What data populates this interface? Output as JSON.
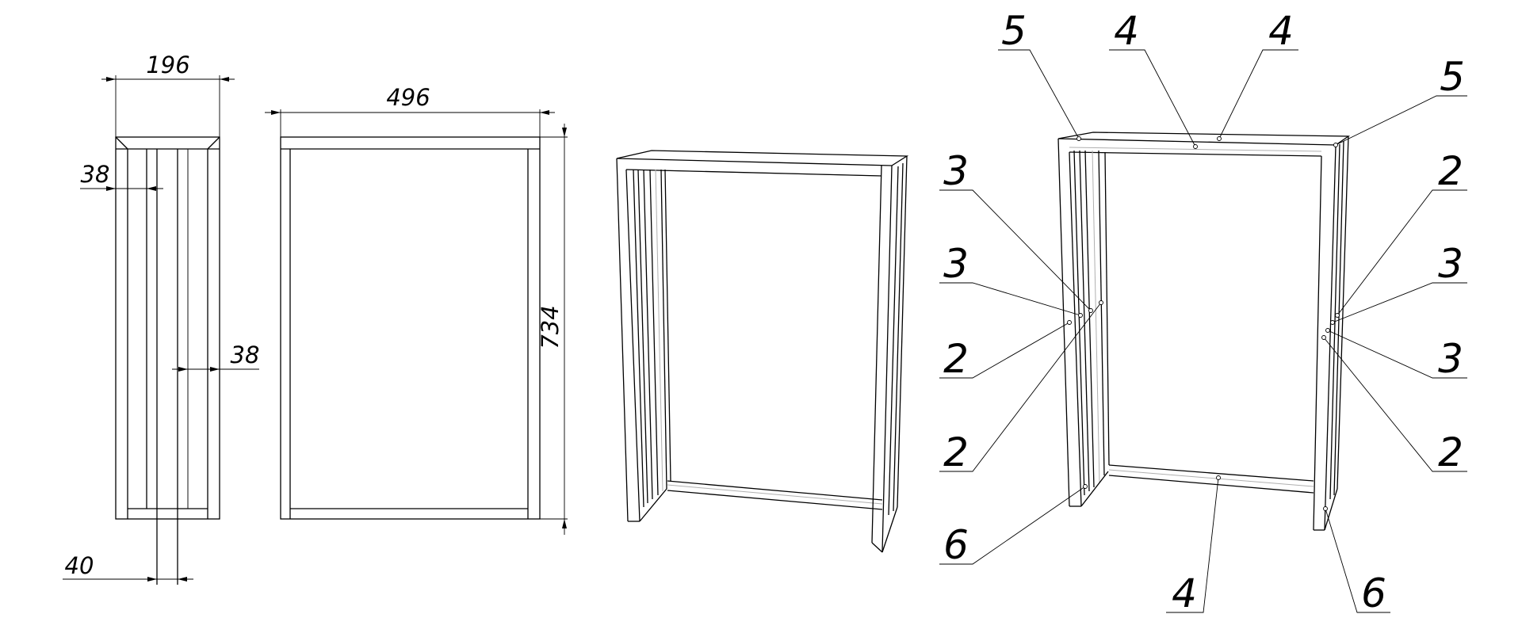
{
  "drawing": {
    "side_view": {
      "dims": {
        "width": "196",
        "slat_left": "38",
        "slat_right": "38",
        "gap": "40"
      }
    },
    "front_view": {
      "dims": {
        "width": "496",
        "height": "734"
      }
    },
    "assembly_callouts": {
      "top_left_5": "5",
      "top_4a": "4",
      "top_4b": "4",
      "top_right_5": "5",
      "left_3a": "3",
      "left_3b": "3",
      "left_2a": "2",
      "left_2b": "2",
      "left_6": "6",
      "bottom_4": "4",
      "bottom_6": "6",
      "right_2a": "2",
      "right_3a": "3",
      "right_3b": "3",
      "right_2b": "2"
    }
  }
}
